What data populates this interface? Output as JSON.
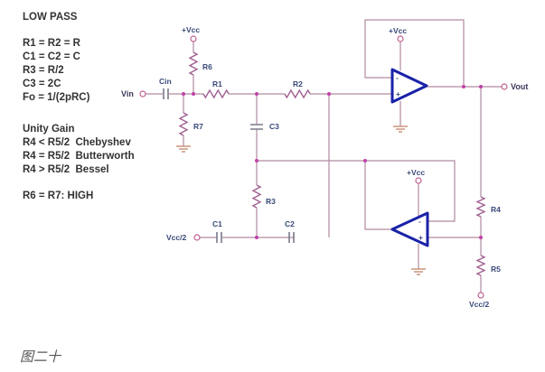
{
  "notes": {
    "title": "LOW PASS",
    "equations": [
      "R1 = R2 = R",
      "C1 = C2 = C",
      "R3 = R/2",
      "C3 = 2C",
      "Fo = 1/(2pRC)"
    ],
    "gain_title": "Unity Gain",
    "responses": [
      "R4 < R5/2  Chebyshev",
      "R4 = R5/2  Butterworth",
      "R4 > R5/2  Bessel"
    ],
    "bias": "R6 = R7: HIGH"
  },
  "circuit": {
    "vin": "Vin",
    "vout": "Vout",
    "vcc": "+Vcc",
    "vcc_half": "Vcc/2",
    "components": {
      "cin": "Cin",
      "r1": "R1",
      "r2": "R2",
      "r3": "R3",
      "r4": "R4",
      "r5": "R5",
      "r6": "R6",
      "r7": "R7",
      "c1": "C1",
      "c2": "C2",
      "c3": "C3"
    },
    "opamp_minus": "-",
    "opamp_plus": "+"
  },
  "caption": "图二十",
  "colors": {
    "wire": "#b08aa0",
    "node": "#c040a8",
    "opamp": "#1a22a8"
  }
}
